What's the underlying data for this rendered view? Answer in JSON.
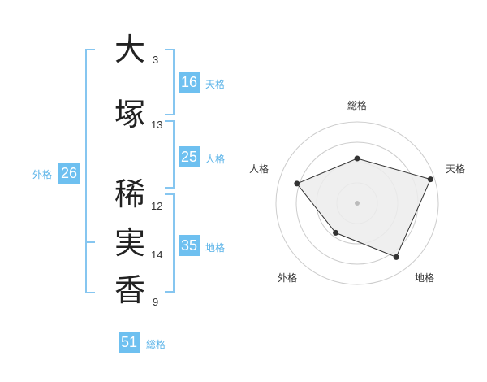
{
  "name_chars": [
    {
      "char": "大",
      "strokes": "3"
    },
    {
      "char": "塚",
      "strokes": "13"
    },
    {
      "char": "稀",
      "strokes": "12"
    },
    {
      "char": "実",
      "strokes": "14"
    },
    {
      "char": "香",
      "strokes": "9"
    }
  ],
  "fortunes": {
    "tenkaku": {
      "value": "16",
      "label": "天格"
    },
    "jinkaku": {
      "value": "25",
      "label": "人格"
    },
    "chikaku": {
      "value": "35",
      "label": "地格"
    },
    "gaikaku": {
      "value": "26",
      "label": "外格"
    },
    "soukaku": {
      "value": "51",
      "label": "総格"
    }
  },
  "chart_data": {
    "type": "radar",
    "axes": [
      "総格",
      "天格",
      "地格",
      "外格",
      "人格"
    ],
    "values": [
      0.55,
      0.95,
      0.82,
      0.45,
      0.78
    ],
    "range": [
      0,
      1
    ],
    "rings": 4,
    "colors": {
      "fill": "#ececec",
      "line": "#333333",
      "point": "#333333",
      "ring": "#cccccc"
    }
  },
  "colors": {
    "accent": "#6ec0f0",
    "bracket": "#86c6f0"
  }
}
